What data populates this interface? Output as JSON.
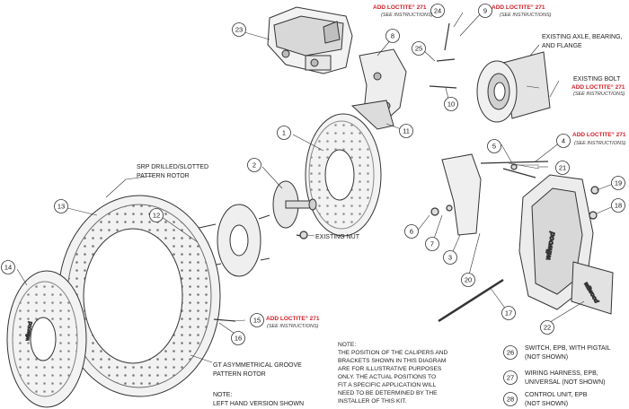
{
  "callouts": [
    {
      "n": "1"
    },
    {
      "n": "2"
    },
    {
      "n": "3"
    },
    {
      "n": "4"
    },
    {
      "n": "5"
    },
    {
      "n": "6"
    },
    {
      "n": "7"
    },
    {
      "n": "8"
    },
    {
      "n": "9"
    },
    {
      "n": "10"
    },
    {
      "n": "11"
    },
    {
      "n": "12"
    },
    {
      "n": "13"
    },
    {
      "n": "14"
    },
    {
      "n": "15"
    },
    {
      "n": "16"
    },
    {
      "n": "17"
    },
    {
      "n": "18"
    },
    {
      "n": "19"
    },
    {
      "n": "20"
    },
    {
      "n": "21"
    },
    {
      "n": "22"
    },
    {
      "n": "23"
    },
    {
      "n": "24"
    },
    {
      "n": "25"
    },
    {
      "n": "26"
    },
    {
      "n": "27"
    },
    {
      "n": "28"
    }
  ],
  "loctite": {
    "label": "ADD LOCTITE",
    "reg": "®",
    "code": "271",
    "see": "(SEE INSTRUCTIONS)"
  },
  "labels": {
    "axle_1": "EXISTING AXLE, BEARING,",
    "axle_2": "AND FLANGE",
    "bolt": "EXISTING BOLT",
    "nut": "EXISTING NUT",
    "srp_1": "SRP DRILLED/SLOTTED",
    "srp_2": "PATTERN ROTOR",
    "gt_1": "GT ASYMMETRICAL GROOVE",
    "gt_2": "PATTERN ROTOR",
    "lh_1": "NOTE:",
    "lh_2": "LEFT HAND VERSION SHOWN",
    "caliper_brand": "wilwood",
    "pad_brand": "wilwood"
  },
  "note": {
    "lines": [
      "NOTE:",
      "THE POSITION OF THE CALIPERS AND",
      "BRACKETS SHOWN IN THIS DIAGRAM",
      "ARE FOR ILLUSTRATIVE PURPOSES",
      "ONLY.  THE ACTUAL POSITIONS TO",
      "FIT A SPECIFIC APPLICATION WILL",
      "NEED TO BE DETERMINED BY THE",
      "INSTALLER OF THIS KIT."
    ]
  },
  "not_shown": {
    "item26_1": "SWITCH, EPB, WITH PIGTAIL",
    "item26_2": "(NOT SHOWN)",
    "item27_1": "WIRING HARNESS, EPB,",
    "item27_2": "UNIVERSAL (NOT SHOWN)",
    "item28_1": "CONTROL UNIT, EPB",
    "item28_2": "(NOT SHOWN)"
  },
  "colors": {
    "line": "#333333",
    "accent": "#d0202a",
    "part_fill": "#f2f2f2",
    "part_shade": "#c8c8c8"
  }
}
